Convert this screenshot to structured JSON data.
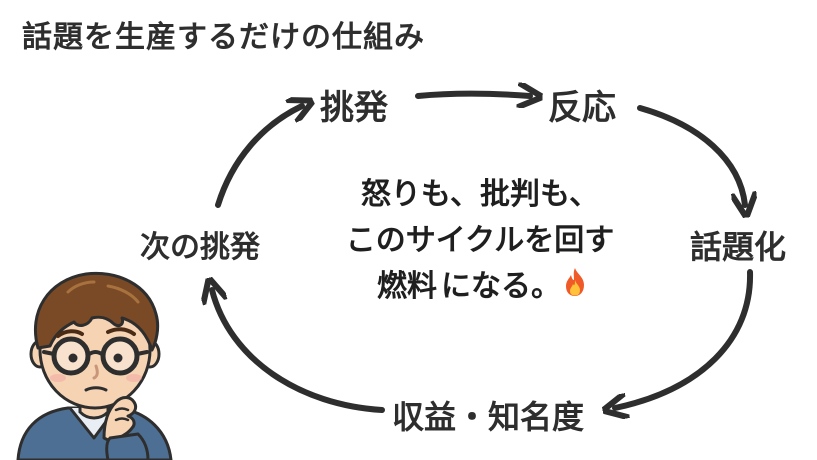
{
  "title": "話題を生産するだけの仕組み",
  "cycle": {
    "nodes": {
      "provoke": "挑発",
      "reaction": "反応",
      "topic": "話題化",
      "revenue": "収益・知名度",
      "next": "次の挑発"
    }
  },
  "message": {
    "line1": "怒りも、批判も、",
    "line2": "このサイクルを回す",
    "highlight": "燃料",
    "line3_rest": "になる。"
  },
  "icons": {
    "flame": "fire-icon",
    "person": "thinking-person-illustration"
  },
  "colors": {
    "ink": "#2e2e2e",
    "highlight": "#f4aa5a",
    "flame_outer": "#f05a28",
    "flame_inner": "#ffc23a",
    "hair": "#7a4a26",
    "shirt": "#4d6f93",
    "skin": "#f6d3b3"
  }
}
